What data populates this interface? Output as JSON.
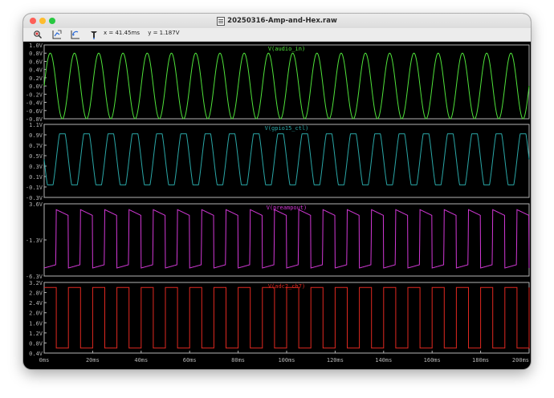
{
  "window": {
    "title": "20250316-Amp-and-Hex.raw",
    "title_icon": "raw-file-icon"
  },
  "toolbar": {
    "buttons": [
      {
        "name": "zoom-area-icon"
      },
      {
        "name": "autorange-icon"
      },
      {
        "name": "zoom-back-icon"
      },
      {
        "name": "probe-icon"
      }
    ],
    "readout_x": "x = 41.45ms",
    "readout_y": "y = 1.187V"
  },
  "colors": {
    "background": "#000000",
    "frame": "#b4b4b4",
    "tick_labels": "#b4b4b4",
    "audio_in": "#4fe23a",
    "gpio15_ctl": "#2aa7a7",
    "preampout": "#d238d6",
    "adc2_ch7": "#e02820"
  },
  "x_axis": {
    "labels": [
      "0ms",
      "20ms",
      "40ms",
      "60ms",
      "80ms",
      "100ms",
      "120ms",
      "140ms",
      "160ms",
      "180ms",
      "200ms"
    ]
  },
  "chart_data": [
    {
      "type": "line",
      "title": "V(audio_in)",
      "x_range_ms": [
        0,
        200
      ],
      "ylim": [
        -0.8,
        1.0
      ],
      "y_tick_labels": [
        "1.0V",
        "0.8V",
        "0.6V",
        "0.4V",
        "0.2V",
        "0.0V",
        "-0.2V",
        "-0.4V",
        "-0.6V",
        "-0.8V"
      ],
      "series": [
        {
          "waveform": "sine",
          "period_ms": 10,
          "amplitude": 0.8,
          "offset": 0.0,
          "phase_deg": 0
        }
      ]
    },
    {
      "type": "line",
      "title": "V(gpio15_ctl)",
      "x_range_ms": [
        0,
        200
      ],
      "ylim": [
        -0.3,
        1.1
      ],
      "y_tick_labels": [
        "1.1V",
        "0.9V",
        "0.7V",
        "0.5V",
        "0.3V",
        "0.1V",
        "-0.1V",
        "-0.3V"
      ],
      "series": [
        {
          "waveform": "clipped-sine",
          "period_ms": 10,
          "low": -0.06,
          "high": 0.92,
          "phase_deg": 180
        }
      ]
    },
    {
      "type": "line",
      "title": "V(preampout)",
      "x_range_ms": [
        0,
        200
      ],
      "ylim": [
        -6.3,
        3.6
      ],
      "y_tick_labels": [
        "3.6V",
        "-1.3V",
        "-6.3V"
      ],
      "series": [
        {
          "waveform": "sawtooth-like",
          "period_ms": 10,
          "low": -5.2,
          "high": 2.8,
          "high_after_drop": 2.0
        }
      ]
    },
    {
      "type": "line",
      "title": "V(adc2_ch7)",
      "x_range_ms": [
        0,
        200
      ],
      "ylim": [
        0.4,
        3.2
      ],
      "y_tick_labels": [
        "3.2V",
        "2.8V",
        "2.4V",
        "2.0V",
        "1.6V",
        "1.2V",
        "0.8V",
        "0.4V"
      ],
      "series": [
        {
          "waveform": "square",
          "period_ms": 10,
          "low": 0.6,
          "high": 3.0,
          "duty": 0.5
        }
      ]
    }
  ]
}
